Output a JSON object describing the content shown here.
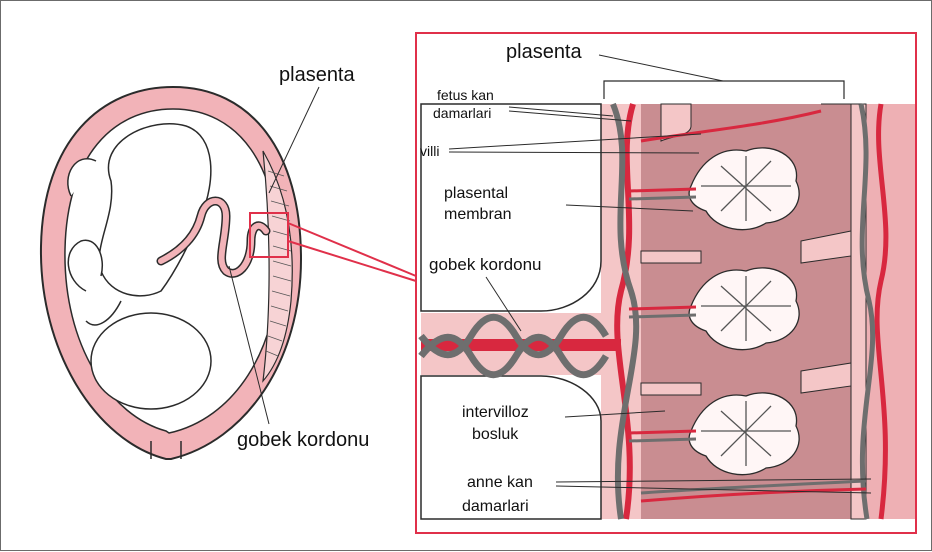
{
  "overview": {
    "placenta_label": "plasenta",
    "cord_label": "gobek kordonu"
  },
  "detail": {
    "placenta_label": "plasenta",
    "fetal_vessels": [
      "fetus kan",
      "damarlari"
    ],
    "villi": "villi",
    "membrane": [
      "plasental",
      "membran"
    ],
    "cord": "gobek kordonu",
    "intervillous": [
      "intervilloz",
      "bosluk"
    ],
    "maternal_vessels": [
      "anne kan",
      "damarlari"
    ]
  },
  "colors": {
    "uterus_wall": "#f2b3b8",
    "outline": "#2b2b2b",
    "zoom_red": "#e0304a",
    "artery_red": "#d8283f",
    "vein_gray": "#6e6e6e",
    "tissue_pink": "#f4c6c7",
    "villus_bg": "#d7999c",
    "maternal_pink": "#eeb0b4"
  }
}
